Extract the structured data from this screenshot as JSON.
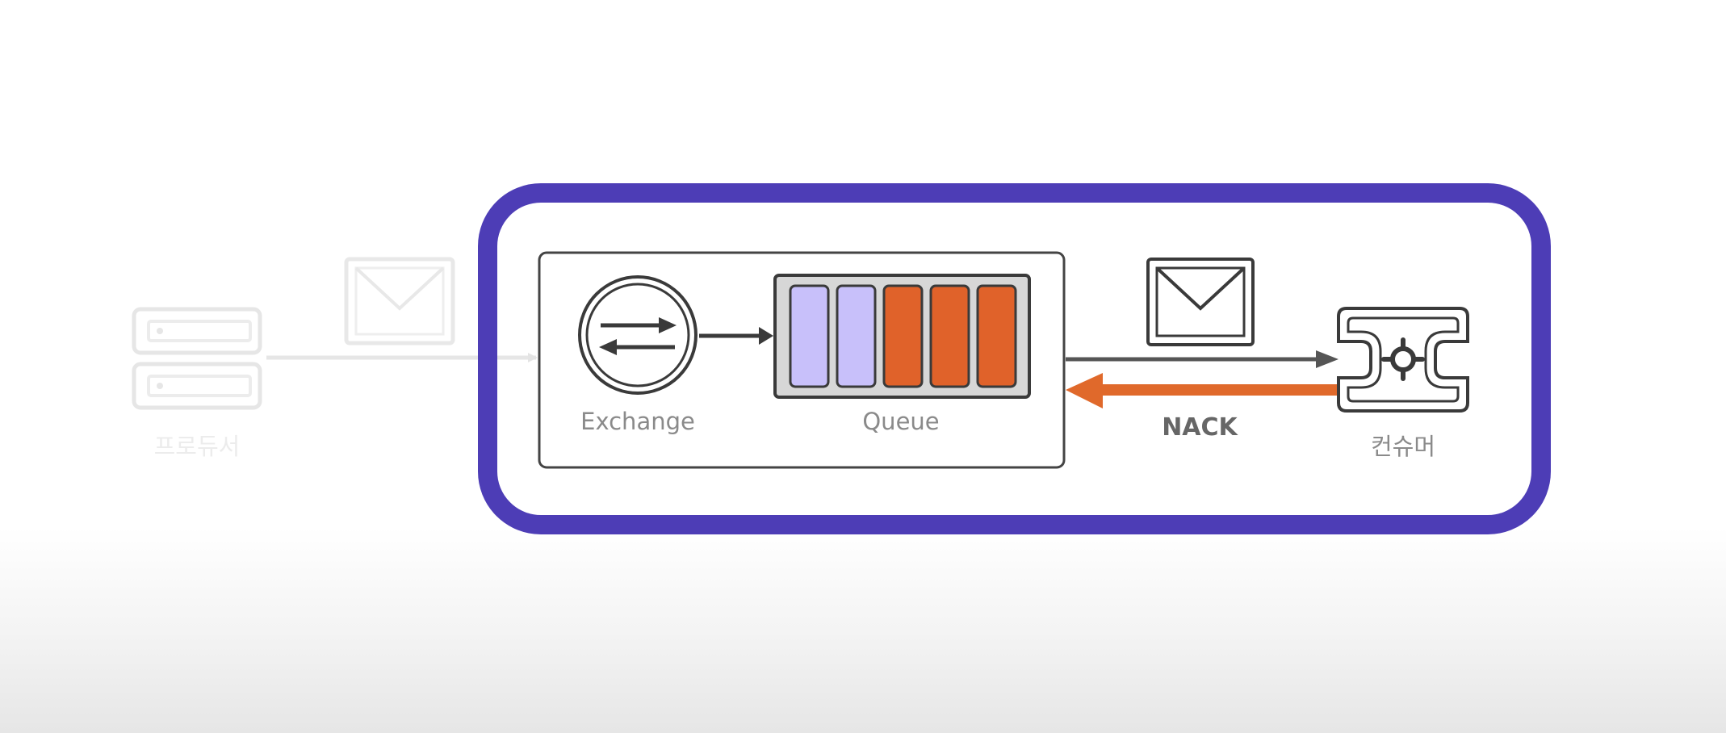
{
  "producer": {
    "label": "프로듀서",
    "icon": "server-icon"
  },
  "broker": {
    "exchange_label": "Exchange",
    "exchange_icon": "exchange-arrows-icon",
    "queue_label": "Queue",
    "queue_messages": [
      {
        "status": "pending"
      },
      {
        "status": "pending"
      },
      {
        "status": "nacked"
      },
      {
        "status": "nacked"
      },
      {
        "status": "nacked"
      }
    ]
  },
  "consumer": {
    "label": "컨슈머",
    "icon": "consumer-gear-icon"
  },
  "flow": {
    "nack_label": "NACK",
    "message_icon": "envelope-icon"
  },
  "colors": {
    "frame": "#4d3db6",
    "pending_message": "#c8c0fa",
    "nacked_message": "#e0622a",
    "nack_arrow": "#e0692b",
    "stroke": "#3a3a3a",
    "faded": "#e6e6e6"
  }
}
